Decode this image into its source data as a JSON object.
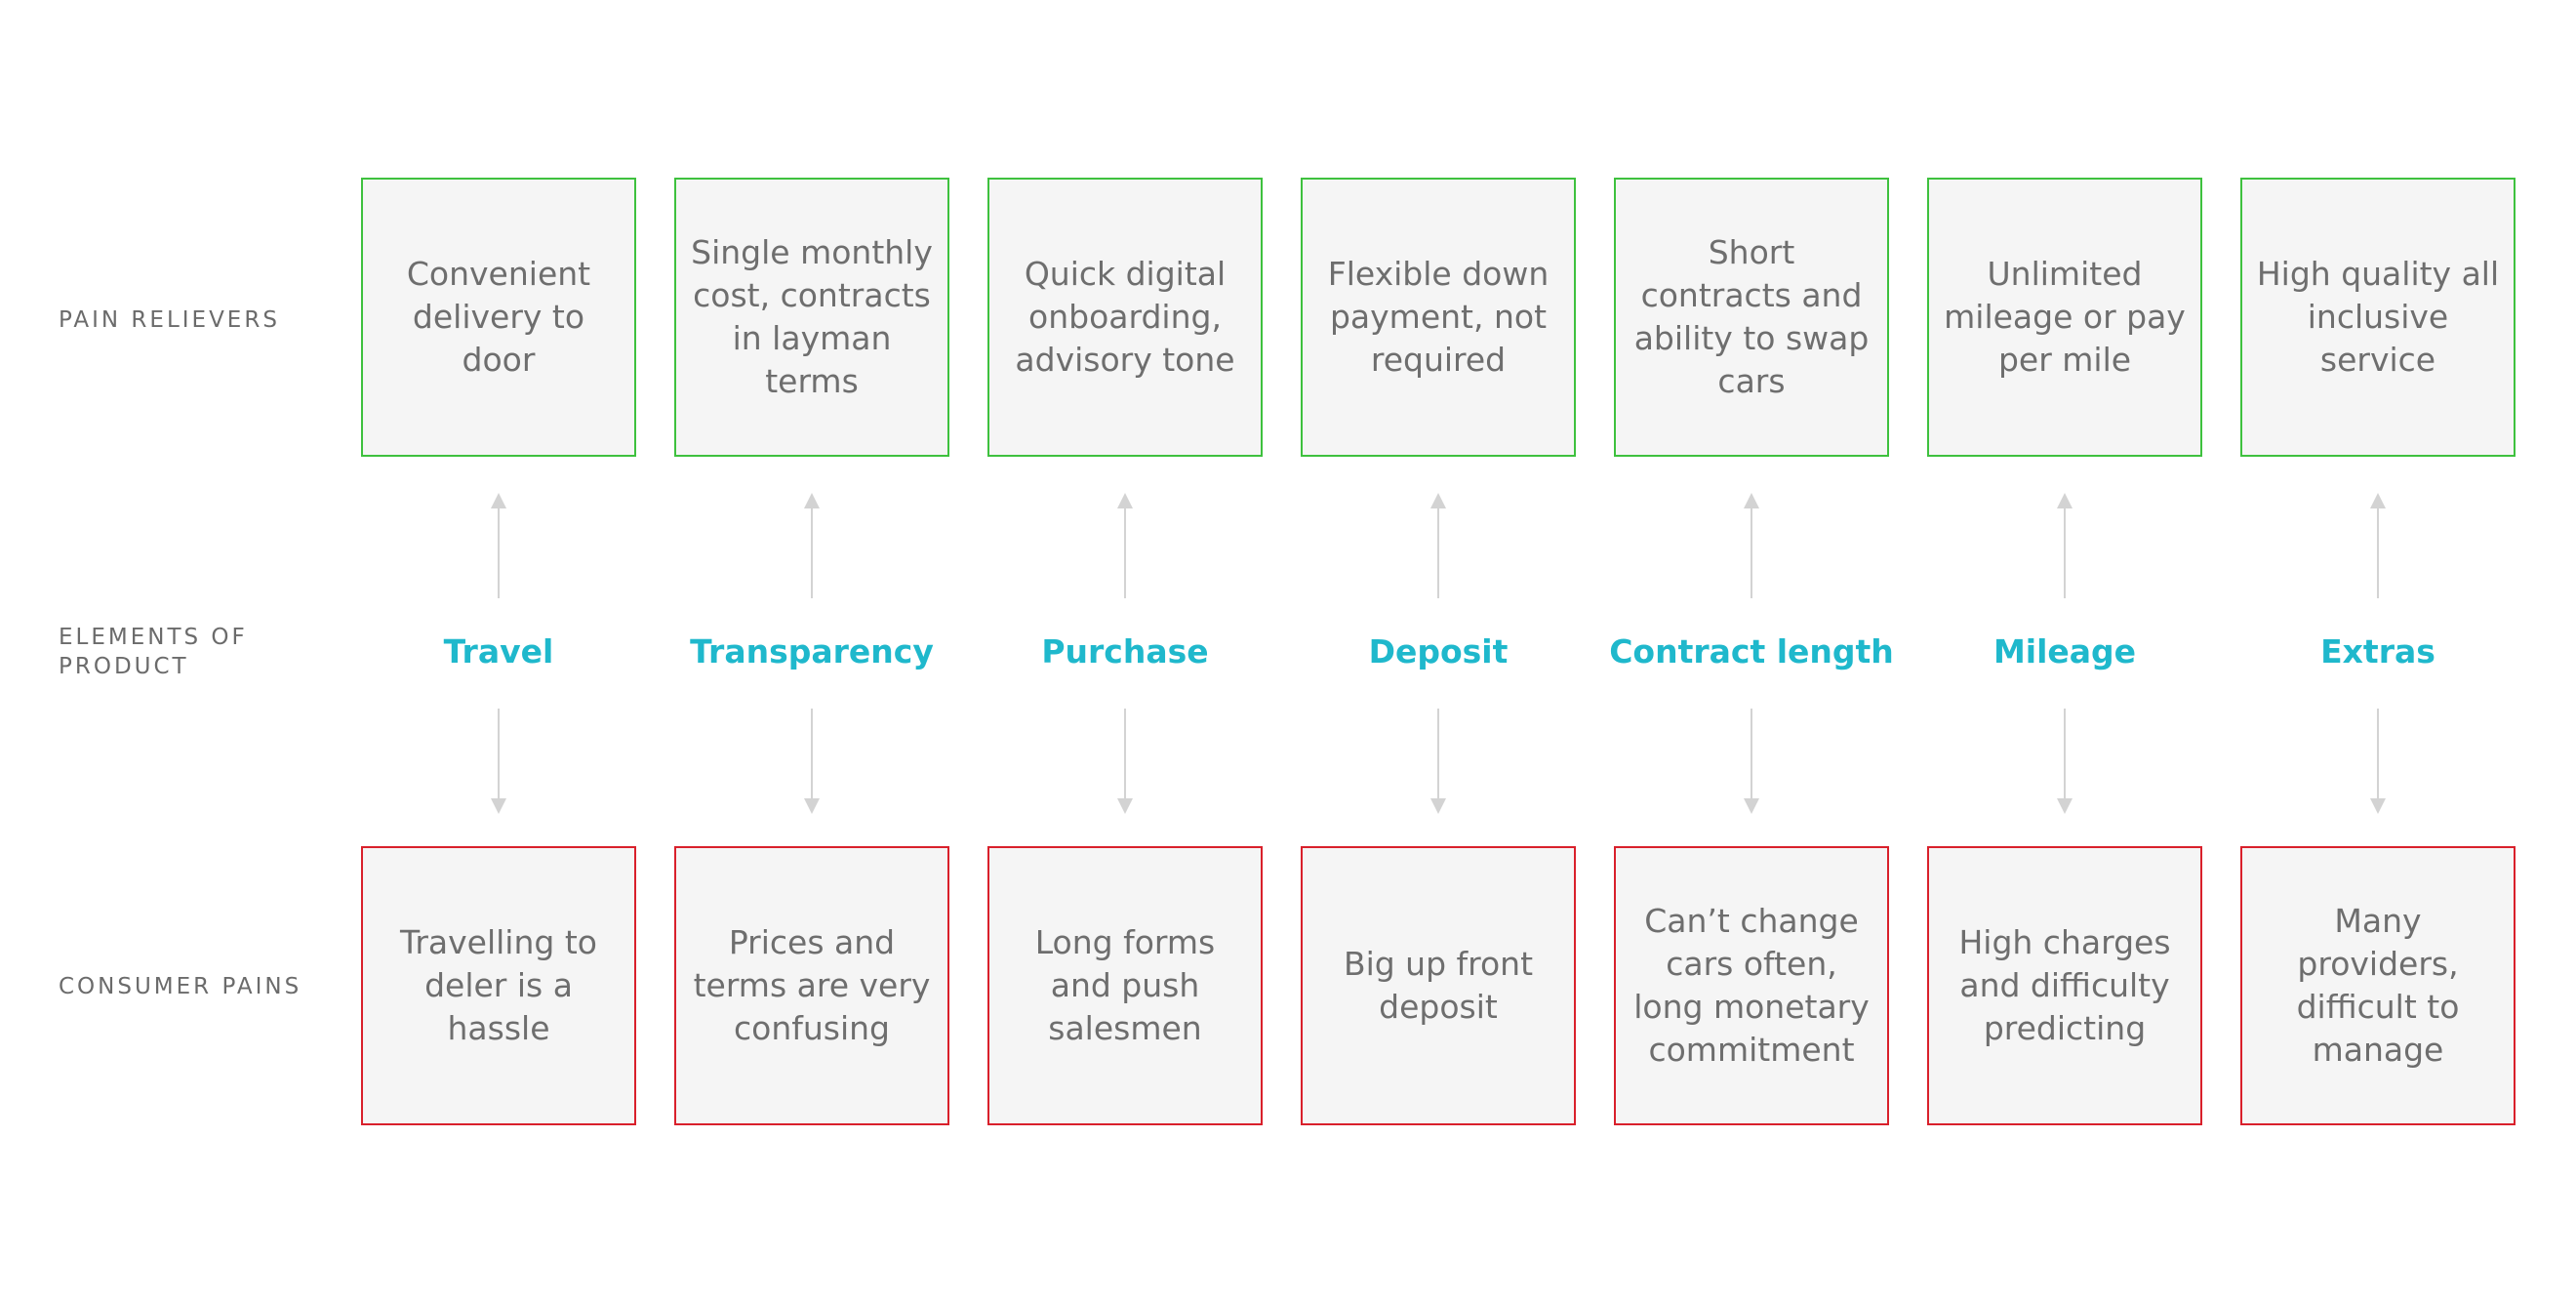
{
  "row_labels": {
    "pain_relievers": "PAIN RELIEVERS",
    "elements_of_product": "ELEMENTS OF PRODUCT",
    "consumer_pains": "CONSUMER PAINS"
  },
  "columns": [
    {
      "element": "Travel",
      "reliever": "Convenient delivery to door",
      "pain": "Travelling to deler is a hassle"
    },
    {
      "element": "Transparency",
      "reliever": "Single monthly cost, contracts in layman terms",
      "pain": "Prices and terms are very confusing"
    },
    {
      "element": "Purchase",
      "reliever": "Quick digital onboarding, advisory tone",
      "pain": "Long forms and push salesmen"
    },
    {
      "element": "Deposit",
      "reliever": "Flexible down payment, not required",
      "pain": "Big up front deposit"
    },
    {
      "element": "Contract length",
      "reliever": "Short contracts and ability to swap cars",
      "pain": "Can’t change cars often, long monetary commitment"
    },
    {
      "element": "Mileage",
      "reliever": "Unlimited mileage or pay per mile",
      "pain": "High charges and difficulty predicting"
    },
    {
      "element": "Extras",
      "reliever": "High quality all inclusive service",
      "pain": "Many providers, difficult to manage"
    }
  ],
  "colors": {
    "reliever_border": "#3ec13e",
    "pain_border": "#d9202b",
    "element_text": "#1fb8cc",
    "arrow": "#d3d3d3"
  }
}
